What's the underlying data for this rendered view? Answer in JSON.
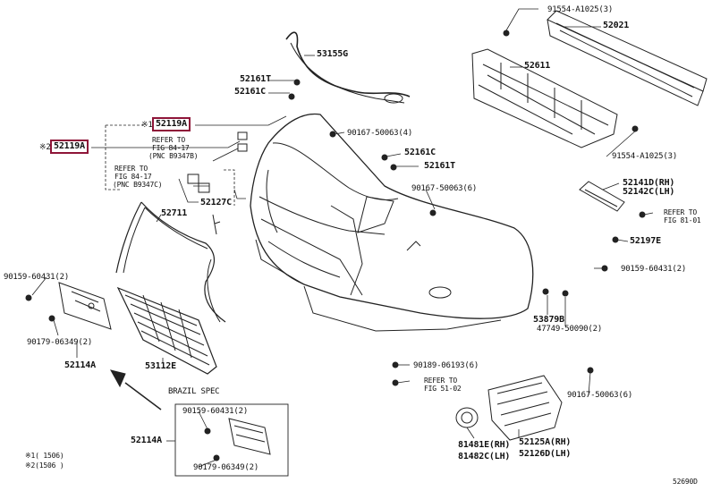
{
  "diagram_id": "52690D",
  "colors": {
    "highlight": "#8e1538",
    "line": "#222222",
    "text": "#111111"
  },
  "labels": {
    "p91554_top": "91554-A1025(3)",
    "p52021": "52021",
    "p53155g": "53155G",
    "p52611": "52611",
    "p52161t_a": "52161T",
    "p52161c_a": "52161C",
    "p52119a_top": "52119A",
    "p52119a_left": "52119A",
    "ref84_17_b": "REFER TO",
    "ref84_17_b2": "FIG 84-17",
    "ref84_17_b3": "(PNC B9347B)",
    "ref84_17_c": "REFER TO",
    "ref84_17_c2": "FIG 84-17",
    "ref84_17_c3": "(PNC B9347C)",
    "p90167_50063_4": "90167-50063(4)",
    "p52161c_b": "52161C",
    "p52161t_b": "52161T",
    "p90167_50063_6a": "90167-50063(6)",
    "p91554_bot": "91554-A1025(3)",
    "p52141d": "52141D(RH)",
    "p52142c": "52142C(LH)",
    "ref81_01": "REFER TO",
    "ref81_01b": "FIG 81-01",
    "p52127c": "52127C",
    "p52711": "52711",
    "p52197e": "52197E",
    "p90159_60431_r": "90159-60431(2)",
    "p90159_60431_l": "90159-60431(2)",
    "p90179_06349_l": "90179-06349(2)",
    "p52114a_l": "52114A",
    "p53112e": "53112E",
    "p53879b": "53879B",
    "p47749": "47749-50090(2)",
    "p90189": "90189-06193(6)",
    "ref51_02": "REFER TO",
    "ref51_02b": "FIG 51-02",
    "p90167_50063_6b": "90167-50063(6)",
    "brazil": "BRAZIL SPEC",
    "p52114a_b": "52114A",
    "p90159_60431_b": "90159-60431(2)",
    "p90179_06349_b": "90179-06349(2)",
    "p81481e": "81481E(RH)",
    "p81482c": "81482C(LH)",
    "p52125a": "52125A(RH)",
    "p52126d": "52126D(LH)",
    "note1": "※1(     1506)",
    "note2": "※2(1506     )",
    "mark1": "※1",
    "mark2": "※2"
  }
}
